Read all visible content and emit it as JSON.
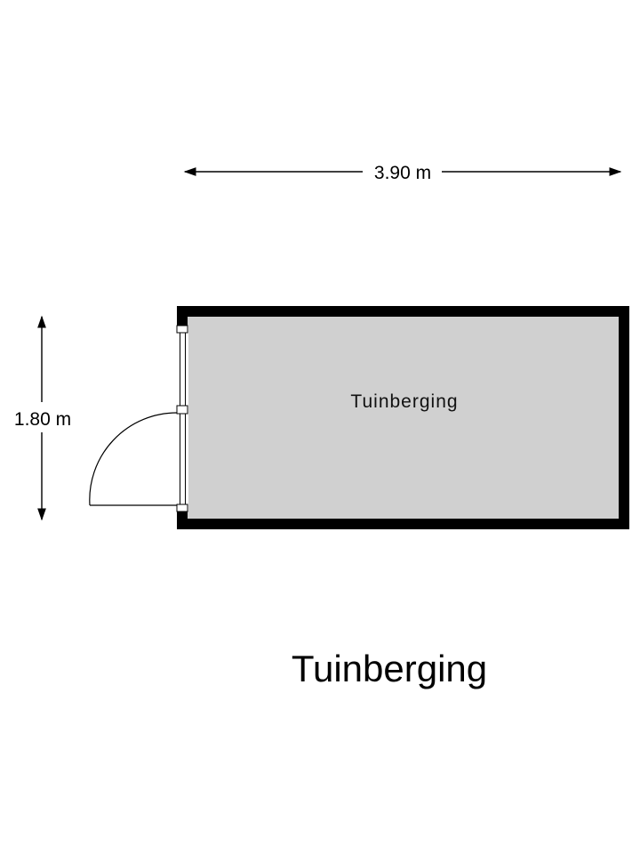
{
  "floor_plan": {
    "room": {
      "name": "Tuinberging",
      "fill_color": "#d0d0d0",
      "wall_color": "#000000"
    },
    "dimensions": {
      "width_label": "3.90 m",
      "depth_label": "1.80 m"
    },
    "title": "Tuinberging"
  }
}
